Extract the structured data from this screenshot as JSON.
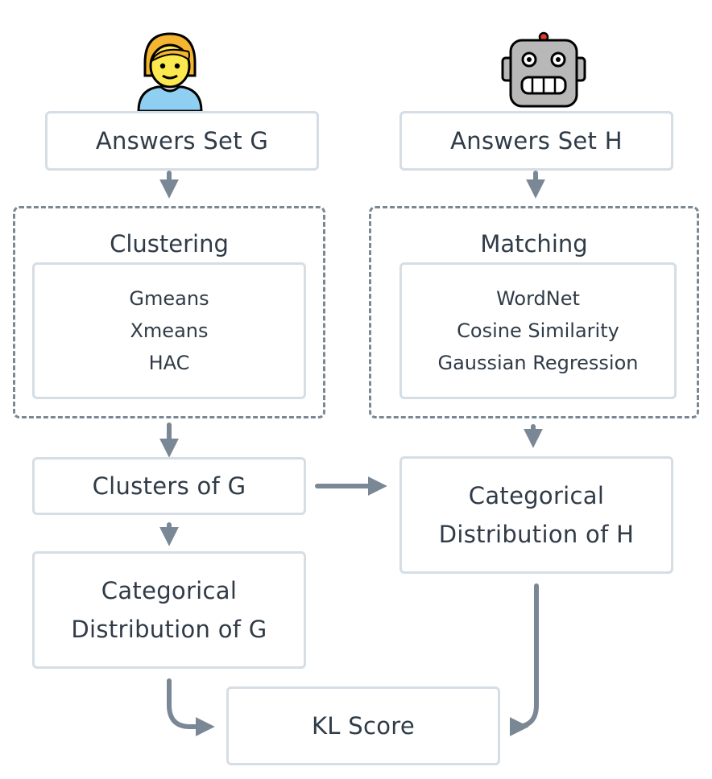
{
  "human_column": {
    "avatar_icon": "person-icon",
    "input_box": "Answers Set G",
    "group_title": "Clustering",
    "methods": [
      "Gmeans",
      "Xmeans",
      "HAC"
    ],
    "clusters_box": "Clusters of G",
    "distribution_lines": [
      "Categorical",
      "Distribution of G"
    ]
  },
  "robot_column": {
    "avatar_icon": "robot-icon",
    "input_box": "Answers Set H",
    "group_title": "Matching",
    "methods": [
      "WordNet",
      "Cosine Similarity",
      "Gaussian Regression"
    ],
    "distribution_lines": [
      "Categorical",
      "Distribution of H"
    ]
  },
  "result_box": "KL Score",
  "colors": {
    "arrow": "#7a8896",
    "box_border": "#d5dde5",
    "dashed_border": "#7a8896",
    "text": "#2f3b47"
  }
}
